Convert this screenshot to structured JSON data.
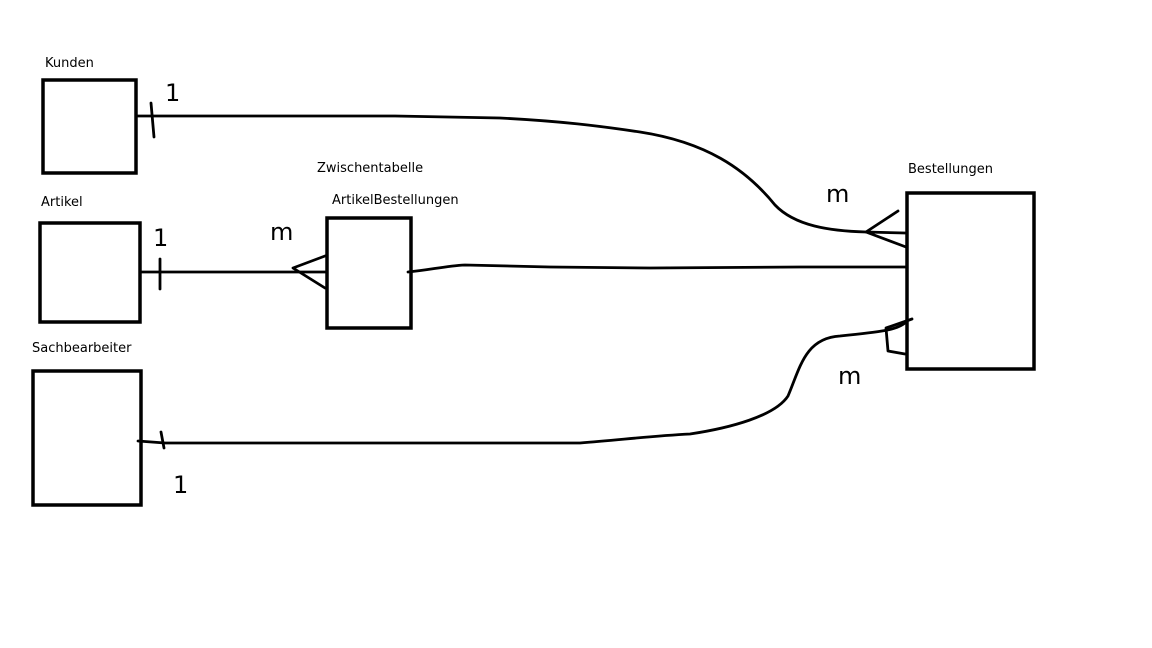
{
  "colors": {
    "background": "#ffffff",
    "ink": "#000000"
  },
  "entities": {
    "kunden": "Kunden",
    "artikel": "Artikel",
    "sachbearbeiter": "Sachbearbeiter",
    "junction_caption": "Zwischentabelle",
    "junction": "ArtikelBestellungen",
    "bestellungen": "Bestellungen"
  },
  "cardinalities": {
    "kunden_side": "1",
    "bestellungen_from_kunden": "m",
    "artikel_side": "1",
    "junction_from_artikel": "m",
    "sachbearbeiter_side": "1",
    "bestellungen_from_sachbearbeiter": "m"
  }
}
